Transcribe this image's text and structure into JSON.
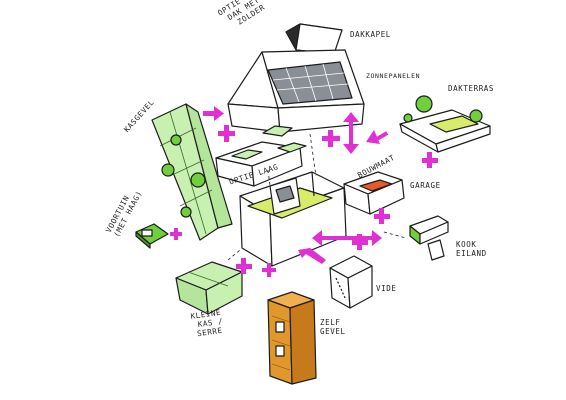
{
  "colors": {
    "accent_magenta": "#e02fd3",
    "glass_green": "#c8f0b0",
    "grass_green": "#6fcf3d",
    "solar_gray": "#8a8f96",
    "floor_lime": "#d9ec6a",
    "wood_orange": "#e0972c",
    "roof_red": "#e35a2a",
    "ink": "#1c1c1c"
  },
  "labels": {
    "dakkapel": "DAKKAPEL",
    "optie_keuze_1": "OPTIE | KEUZE",
    "optie_keuze_2": "DAK MET",
    "optie_keuze_3": "ZOLDER",
    "zonnepanelen": "ZONNEPANELEN",
    "dakterras": "DAKTERRAS",
    "kasgevel": "KASGEVEL",
    "optie_laag": "OPTIE LAAG",
    "bouwmaat": "BOUWMAAT",
    "garage": "GARAGE",
    "voortuin_1": "VOORTUIN",
    "voortuin_2": "(MET HAAG)",
    "kookeiland_1": "KOOK",
    "kookeiland_2": "EILAND",
    "vide": "VIDE",
    "kleine_kas_1": "KLEINE",
    "kleine_kas_2": "KAS /",
    "kleine_kas_3": "SERRE",
    "zelf_gevel_1": "ZELF",
    "zelf_gevel_2": "GEVEL"
  },
  "icons": [
    "plus-icon",
    "double-arrow-icon",
    "arrow-icon"
  ]
}
